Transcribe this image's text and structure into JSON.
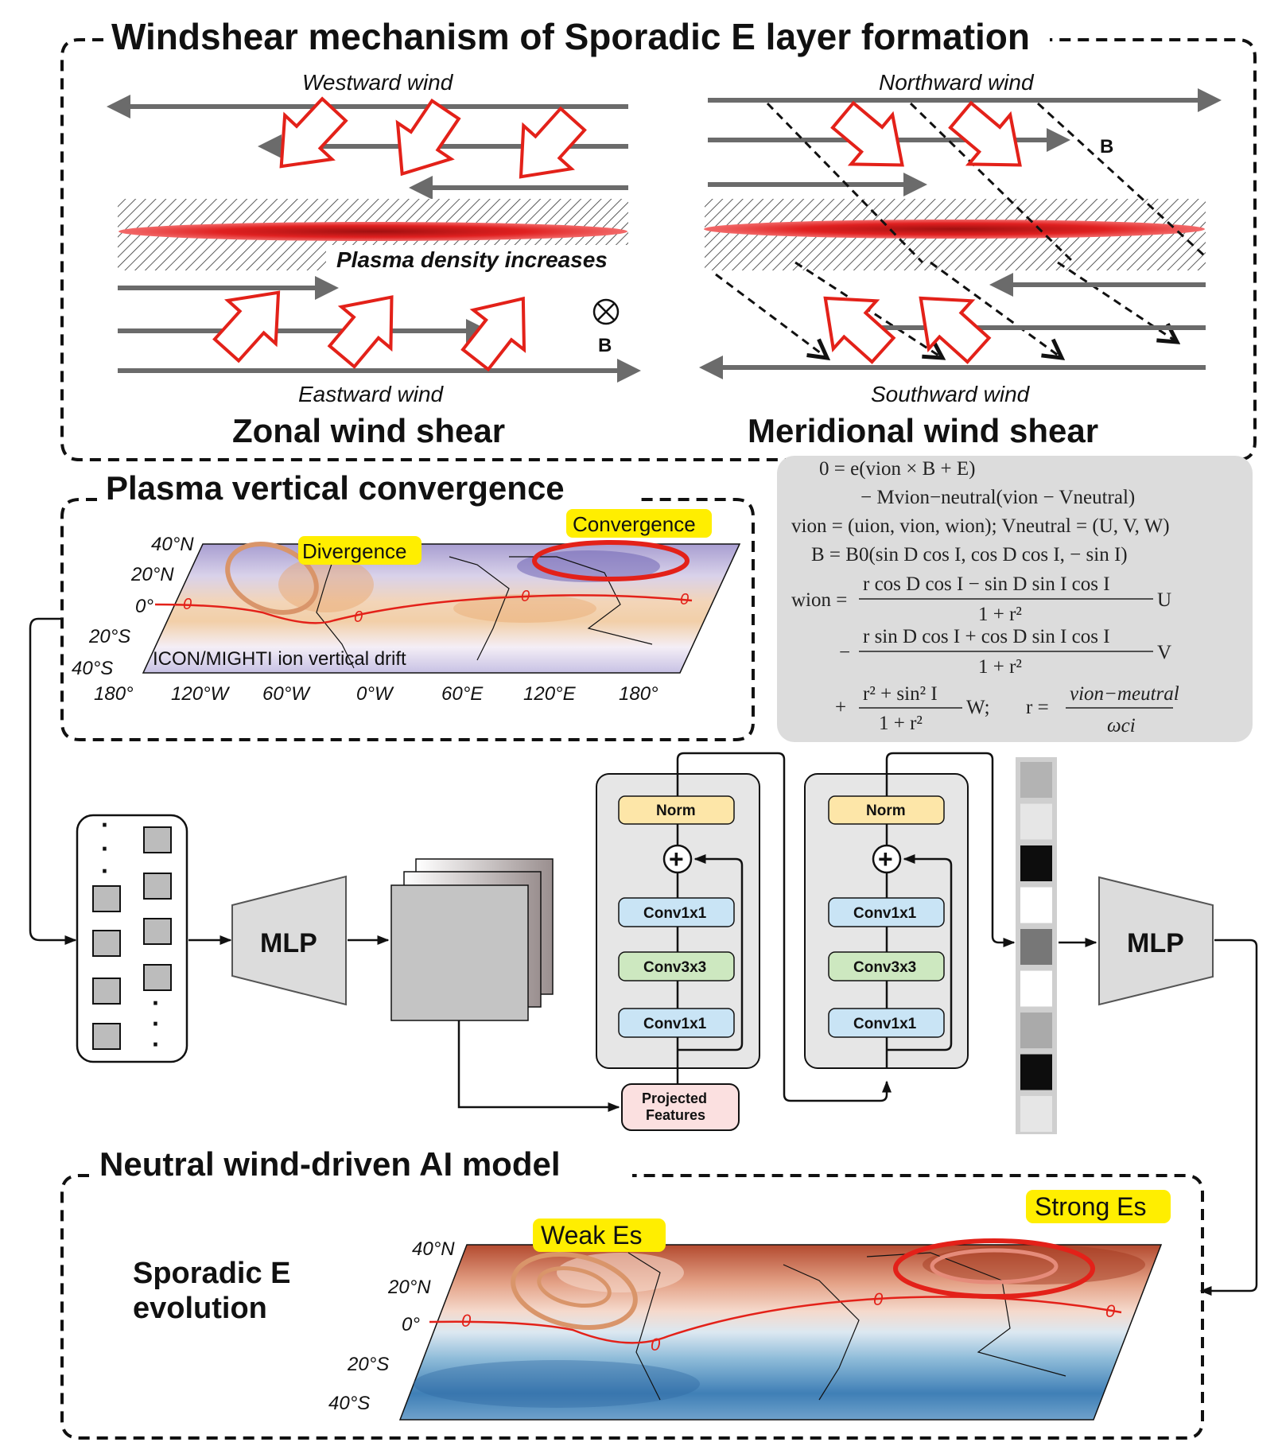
{
  "windshear": {
    "title": "Windshear mechanism of Sporadic E layer formation",
    "zonal": {
      "title": "Zonal wind shear",
      "top_wind": "Westward wind",
      "bottom_wind": "Eastward wind",
      "density_label": "Plasma density increases",
      "field_label": "B"
    },
    "meridional": {
      "title": "Meridional wind shear",
      "top_wind": "Northward wind",
      "bottom_wind": "Southward wind",
      "field_label": "B"
    }
  },
  "convergence": {
    "title": "Plasma vertical convergence",
    "divergence_label": "Divergence",
    "convergence_label": "Convergence",
    "map_caption": "ICON/MIGHTI ion vertical drift",
    "contour_label": "0",
    "lat_ticks": [
      "40°N",
      "20°N",
      "0°",
      "20°S",
      "40°S"
    ],
    "lon_ticks": [
      "180°",
      "120°W",
      "60°W",
      "0°W",
      "60°E",
      "120°E",
      "180°"
    ]
  },
  "equations": {
    "line1": "0 = e(vion × B + E)",
    "line2": "− Mvion−neutral(vion − Vneutral)",
    "line3": "vion = (uion, vion, wion);    Vneutral = (U, V, W)",
    "line4": "B = B0(sin D cos I, cos D cos I, − sin I)",
    "wion_lhs": "wion =",
    "frac1_num": "r cos D cos I − sin D sin I cos I",
    "frac1_den": "1 + r²",
    "frac1_var": "U",
    "frac2_sign": "−",
    "frac2_num": "r sin D cos I + cos D sin I cos I",
    "frac2_den": "1 + r²",
    "frac2_var": "V",
    "frac3_sign": "+",
    "frac3_num": "r² + sin² I",
    "frac3_den": "1 + r²",
    "frac3_var": "W;",
    "r_lhs": "r =",
    "r_num": "vion−meutral",
    "r_den": "ωci"
  },
  "model": {
    "mlp_left": "MLP",
    "mlp_right": "MLP",
    "block1": {
      "norm": "Norm",
      "plus": "+",
      "conv_a": "Conv1x1",
      "conv_b": "Conv3x3",
      "conv_c": "Conv1x1"
    },
    "block2": {
      "norm": "Norm",
      "plus": "+",
      "conv_a": "Conv1x1",
      "conv_b": "Conv3x3",
      "conv_c": "Conv1x1"
    },
    "projected_line1": "Projected",
    "projected_line2": "Features",
    "input_dots": "·",
    "output_cells": [
      "#b3b3b3",
      "#e6e6e6",
      "#0d0d0d",
      "#ffffff",
      "#777777",
      "#ffffff",
      "#aaaaaa",
      "#0d0d0d",
      "#e6e6e6"
    ]
  },
  "ai_model": {
    "title": "Neutral wind-driven AI model",
    "side_label_line1": "Sporadic E",
    "side_label_line2": "evolution",
    "weak_label": "Weak Es",
    "strong_label": "Strong Es",
    "contour_label": "0",
    "lat_ticks": [
      "40°N",
      "20°N",
      "0°",
      "20°S",
      "40°S"
    ]
  },
  "colors": {
    "highlight": "#ffee00",
    "red_ellipse": "#e32119",
    "orange_ellipse": "#d9956a",
    "wind_arrow": "#6b6b6b",
    "block_yellow": "#fde6a8",
    "block_blue": "#c9e4f5",
    "block_green": "#cde8c0",
    "block_pink": "#fbe0e0"
  }
}
